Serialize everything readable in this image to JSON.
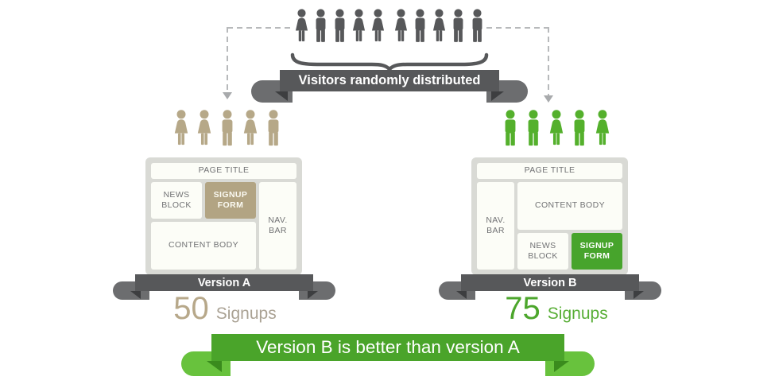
{
  "distribution": {
    "label": "Visitors randomly distributed",
    "visitors": [
      "female",
      "male",
      "male",
      "female",
      "female",
      "female",
      "male",
      "female",
      "male",
      "male"
    ]
  },
  "variant_a": {
    "name": "Version A",
    "signups_value": "50",
    "signups_label": "Signups",
    "visitors": [
      "female",
      "female",
      "male",
      "female",
      "male"
    ],
    "wireframe": {
      "page_title": "PAGE TITLE",
      "news_block": "NEWS BLOCK",
      "signup_form": "SIGNUP FORM",
      "nav_bar": "NAV. BAR",
      "content_body": "CONTENT BODY"
    }
  },
  "variant_b": {
    "name": "Version B",
    "signups_value": "75",
    "signups_label": "Signups",
    "visitors": [
      "male",
      "male",
      "female",
      "male",
      "female"
    ],
    "wireframe": {
      "page_title": "PAGE TITLE",
      "news_block": "NEWS BLOCK",
      "signup_form": "SIGNUP FORM",
      "nav_bar": "NAV. BAR",
      "content_body": "CONTENT BODY"
    }
  },
  "conclusion": {
    "label": "Version B is better than version A"
  },
  "colors": {
    "dark_gray": "#57585a",
    "tan": "#b2a483",
    "green": "#4aa42a",
    "light_green_tail": "#68c23d",
    "gray_tail": "#6c6d6f",
    "wireframe_bg": "#d9dad5",
    "dash_gray": "#b7b9bb"
  }
}
